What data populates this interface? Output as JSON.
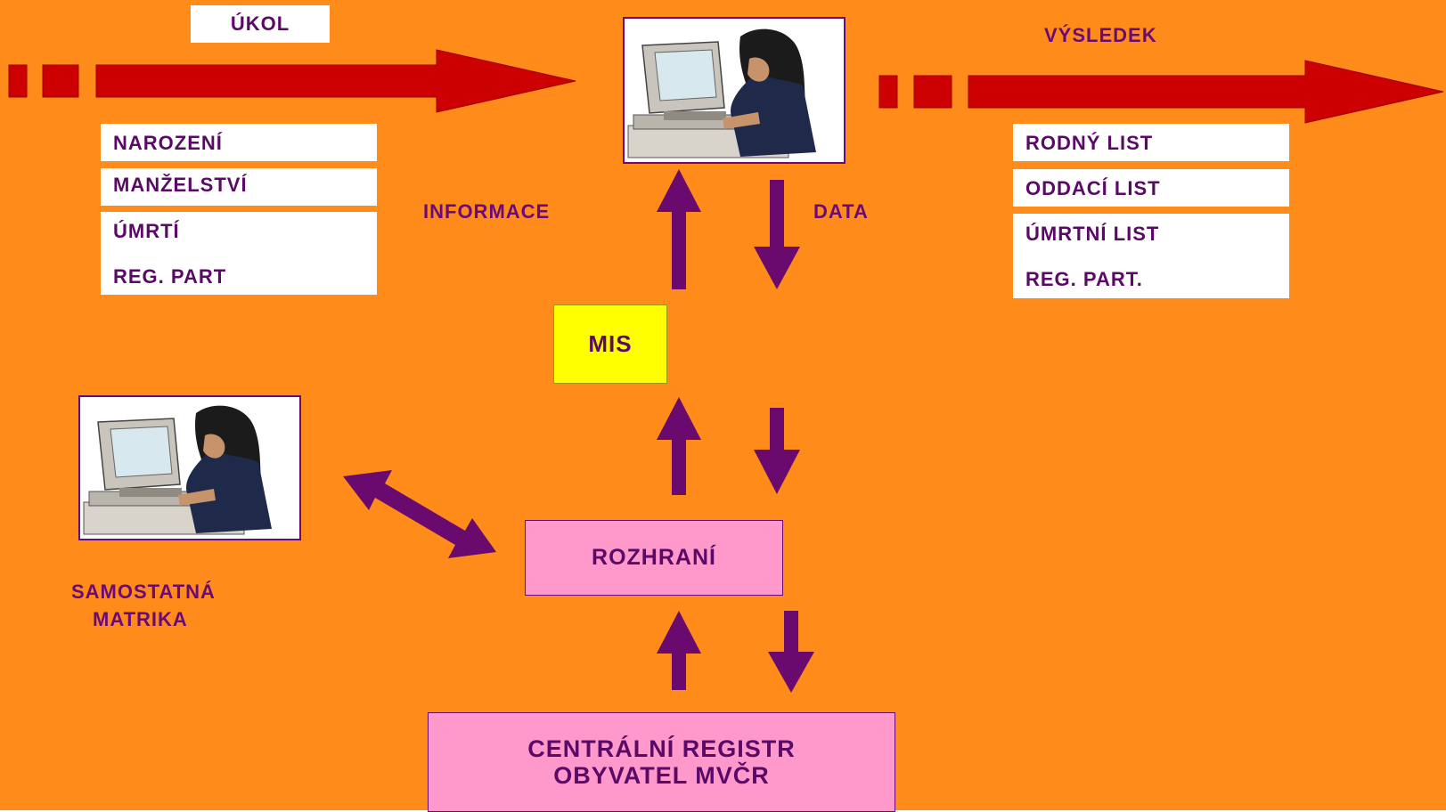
{
  "colors": {
    "background": "#FF8C1A",
    "red_arrow": "#CC0000",
    "purple_arrow": "#6A0A6E",
    "text_purple": "#5A0A66",
    "mis_fill": "#FFFF00",
    "pink_fill": "#FF99CC",
    "white_fill": "#FFFFFF"
  },
  "labels": {
    "task": "ÚKOL",
    "result": "VÝSLEDEK",
    "information": "INFORMACE",
    "data": "DATA",
    "standalone_line1": "SAMOSTATNÁ",
    "standalone_line2": "MATRIKA"
  },
  "input_events": [
    "NAROZENÍ",
    "MANŽELSTVÍ",
    "ÚMRTÍ",
    "REG. PART"
  ],
  "output_documents": [
    "RODNÝ LIST",
    "ODDACÍ LIST",
    "ÚMRTNÍ LIST",
    "REG. PART."
  ],
  "nodes": {
    "mis": "MIS",
    "interface": "ROZHRANÍ",
    "central_line1": "CENTRÁLNÍ REGISTR",
    "central_line2": "OBYVATEL MVČR"
  },
  "icons": {
    "workstation_top": "computer-operator-icon",
    "workstation_left": "computer-operator-icon"
  }
}
